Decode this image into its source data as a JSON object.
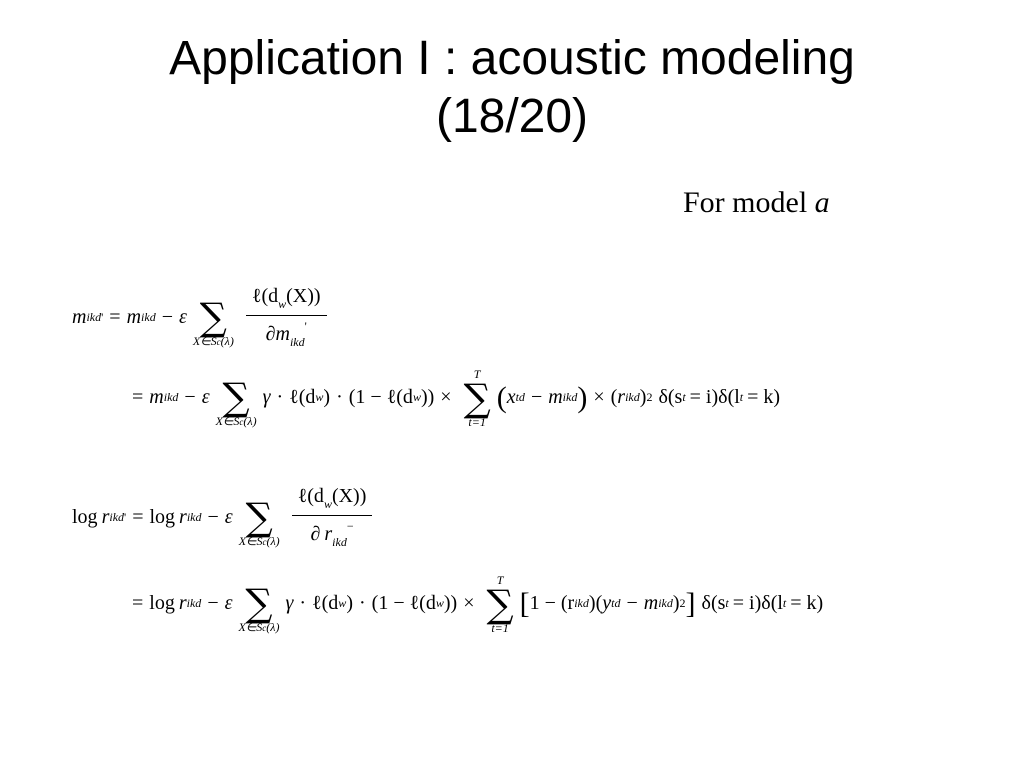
{
  "slide": {
    "title_line1": "Application I : acoustic modeling",
    "title_line2": "(18/20)",
    "model_label_prefix": "For model",
    "model_label_var": "a"
  },
  "eq": {
    "m": "m",
    "ikd": "ikd",
    "prime": "'",
    "eps": "ε",
    "minus": "−",
    "equals": "=",
    "sum_lower": "X∈S",
    "sum_c": "c",
    "sum_lambda": "(λ)",
    "sum_t_lower": "t=1",
    "sum_t_upper": "T",
    "ell_dw_X": "ℓ(d",
    "w": "w",
    "X_close": "(X))",
    "partial": "∂",
    "gamma": "γ",
    "dot": "·",
    "ell_open": "ℓ(d",
    "close_paren": ")",
    "one_minus_ell": "(1 − ℓ(d",
    "close_two": "))",
    "times": "×",
    "x": "x",
    "td": "td",
    "r": "r",
    "sq": "2",
    "delta_s": "δ(s",
    "t": "t",
    "eq_i": "= i)",
    "delta_l": "δ(l",
    "eq_k": "= k)",
    "log": "log",
    "bar": "−",
    "one_minus_r": "1 − (r",
    "y": "y",
    "lparen": "(",
    "rparen": ")"
  }
}
